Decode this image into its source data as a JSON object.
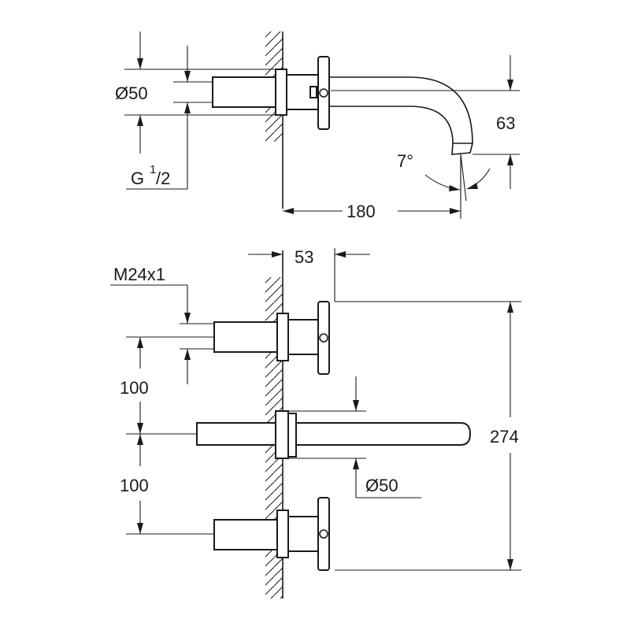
{
  "top_view": {
    "dim_diameter": "Ø50",
    "dim_thread_main": "G",
    "dim_thread_num": "1",
    "dim_thread_den": "/2",
    "dim_height": "63",
    "dim_angle": "7°",
    "dim_length": "180"
  },
  "front_view": {
    "dim_thread": "M24x1",
    "dim_offset": "53",
    "dim_spacing_upper": "100",
    "dim_spacing_lower": "100",
    "dim_spout_diameter": "Ø50",
    "dim_total_height": "274"
  }
}
